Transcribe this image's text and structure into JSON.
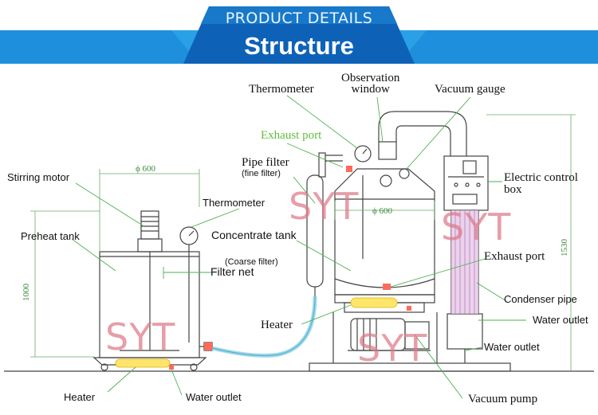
{
  "banner": {
    "subtitle": "PRODUCT DETAILS",
    "title": "Structure",
    "colors": {
      "light": "#2aa0e6",
      "dark": "#0d62b8",
      "text": "#ffffff"
    }
  },
  "labels": {
    "stirring_motor": "Stirring motor",
    "thermometer_left": "Thermometer",
    "preheat_tank": "Preheat tank",
    "coarse_filter": "(Coarse filter)",
    "filter_net": "Filter net",
    "heater_left": "Heater",
    "water_outlet_left": "Water outlet",
    "thermometer_top": "Thermometer",
    "observation_window": "Observation\nwindow",
    "vacuum_gauge": "Vacuum gauge",
    "exhaust_port_top": "Exhaust port",
    "pipe_filter": "Pipe filter",
    "fine_filter": "(fine filter)",
    "concentrate_tank": "Concentrate tank",
    "electric_control_box": "Electric control\nbox",
    "exhaust_port_right": "Exhaust port",
    "condenser_pipe": "Condenser pipe",
    "water_outlet_right_top": "Water outlet",
    "water_outlet_right_bottom": "Water outlet",
    "heater_center": "Heater",
    "vacuum_pump": "Vacuum pump"
  },
  "dimensions": {
    "preheat_diameter": "ϕ 600",
    "preheat_height": "1000",
    "concentrate_diameter": "ϕ 600",
    "overall_height": "1530"
  },
  "watermark": "SYT",
  "colors": {
    "line": "#444444",
    "leader": "#4caf50",
    "pipe": "#8fd3e8",
    "heater_fill": "#ffe66b",
    "condenser": "#d6a6d6",
    "green_label": "#5fbf3c",
    "watermark": "#de7887"
  }
}
